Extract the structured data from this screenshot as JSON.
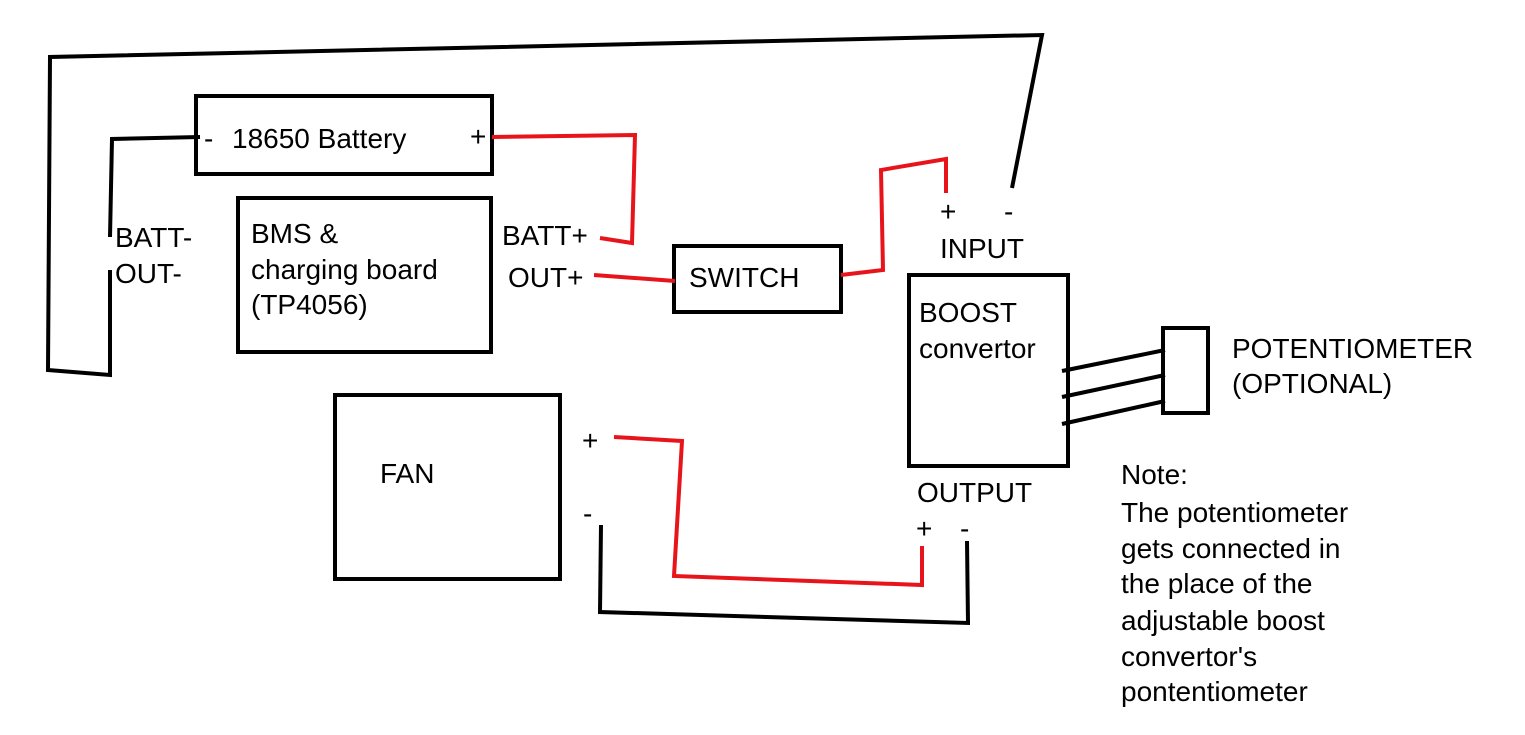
{
  "components": {
    "battery": {
      "name": "18650 Battery",
      "neg": "-",
      "pos": "+"
    },
    "bms": {
      "line1": "BMS &",
      "line2": "charging board",
      "line3": "(TP4056)"
    },
    "bms_pins": {
      "batt_neg": "BATT-",
      "out_neg": "OUT-",
      "batt_pos": "BATT+",
      "out_pos": "OUT+"
    },
    "switch": {
      "label": "SWITCH"
    },
    "boost": {
      "line1": "BOOST",
      "line2": "convertor",
      "input_label": "INPUT",
      "input_pos": "+",
      "input_neg": "-",
      "output_label": "OUTPUT",
      "output_pos": "+",
      "output_neg": "-"
    },
    "fan": {
      "label": "FAN",
      "pos": "+",
      "neg": "-"
    },
    "potentiometer": {
      "line1": "POTENTIOMETER",
      "line2": "(OPTIONAL)"
    }
  },
  "note": {
    "line1": "Note:",
    "line2": "The potentiometer",
    "line3": "gets connected in",
    "line4": "the place of the",
    "line5": "adjustable boost",
    "line6": "convertor's",
    "line7": "pontentiometer"
  },
  "wire_colors": {
    "positive": "#e8141b",
    "negative": "#000000"
  }
}
